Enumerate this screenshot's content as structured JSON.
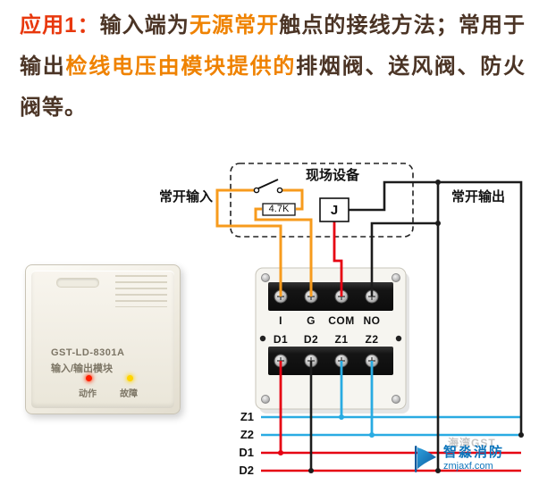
{
  "note": {
    "segments": [
      {
        "text": "应用1：",
        "style": "red"
      },
      {
        "text": "输入端为",
        "style": "normal"
      },
      {
        "text": "无源常开",
        "style": "orange"
      },
      {
        "text": "触点的接线方法；常用于输出",
        "style": "normal"
      },
      {
        "text": "检线电压由模块提供的",
        "style": "orange"
      },
      {
        "text": "排烟阀、送风阀、防火阀等。",
        "style": "normal"
      }
    ]
  },
  "diagram": {
    "field_device_label": "现场设备",
    "input_label": "常开输入",
    "output_label": "常开输出",
    "resistor_value": "4.7K",
    "relay_label": "J",
    "module": {
      "model": "GST-LD-8301A",
      "name": "输入/输出模块",
      "led_action": "动作",
      "led_fault": "故障"
    },
    "terminals_top": [
      "I",
      "G",
      "COM",
      "NO"
    ],
    "terminals_bottom": [
      "D1",
      "D2",
      "Z1",
      "Z2"
    ],
    "bus_labels": [
      "Z1",
      "Z2",
      "D1",
      "D2"
    ],
    "wire_colors": {
      "input_orange": "#f79b1d",
      "power_red": "#e60012",
      "loop_blue": "#29abe2",
      "neutral_black": "#1c1c1c"
    }
  },
  "watermark": {
    "brand": "智淼消防",
    "url": "zmjaxf.com",
    "ghost": "海湾GST"
  }
}
